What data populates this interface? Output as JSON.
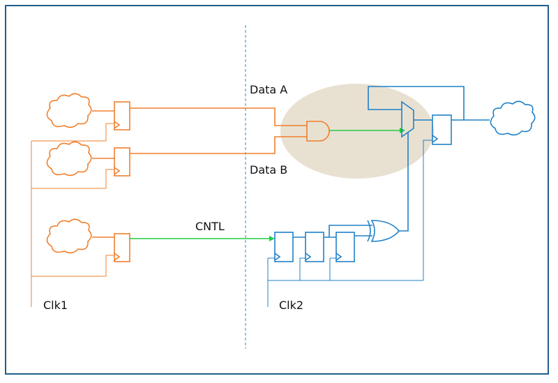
{
  "labels": {
    "data_a": "Data A",
    "data_b": "Data B",
    "cntl": "CNTL",
    "clk1": "Clk1",
    "clk2": "Clk2"
  },
  "colors": {
    "frame": "#1f5f8b",
    "source_domain": "#f07f2d",
    "dest_domain": "#1f80c8",
    "crossing_signal": "#22cc44",
    "highlight_region": "#e8e1d2",
    "domain_boundary": "#4a9fd8"
  },
  "icons": {
    "logic_cloud": "cloud-icon",
    "flip_flop": "flip-flop-icon",
    "and_gate": "and-gate-icon",
    "xor_gate": "xor-gate-icon",
    "mux": "mux-icon"
  }
}
